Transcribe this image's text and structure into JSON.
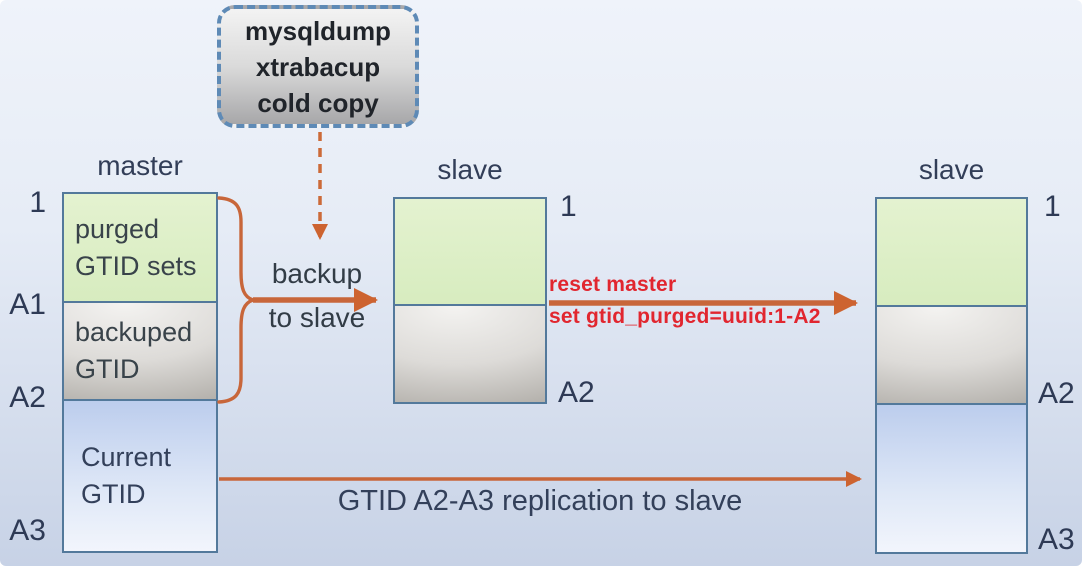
{
  "diagram": {
    "backup_methods_box": {
      "lines": [
        "mysqldump",
        "xtrabacup",
        "cold copy"
      ]
    },
    "master": {
      "title": "master",
      "segments": {
        "purged": {
          "line1": "purged",
          "line2": "GTID sets"
        },
        "backuped": {
          "line1": "backuped",
          "line2": "GTID"
        },
        "current": {
          "line1": "Current",
          "line2": "GTID"
        }
      },
      "axis": [
        "1",
        "A1",
        "A2",
        "A3"
      ]
    },
    "middle_slave": {
      "title": "slave",
      "axis": [
        "1",
        "A2"
      ]
    },
    "right_slave": {
      "title": "slave",
      "axis": [
        "1",
        "A2",
        "A3"
      ]
    },
    "arrows": {
      "backup": {
        "line1": "backup",
        "line2": "to slave"
      },
      "reset": {
        "line1": "reset master",
        "line2": "set gtid_purged=uuid:1-A2"
      },
      "replication": {
        "label": "GTID A2-A3 replication to slave"
      }
    },
    "colors": {
      "arrow_orange": "#c8663a",
      "command_red": "#e1262f",
      "box_border_blue": "#53799b",
      "purged_green": "#dcedc4",
      "backuped_gray": "#d9d7d4",
      "current_blue": "#c3d2ee",
      "dashed_border_blue": "#5e8ab6",
      "text_dark": "#2e3a55"
    }
  }
}
